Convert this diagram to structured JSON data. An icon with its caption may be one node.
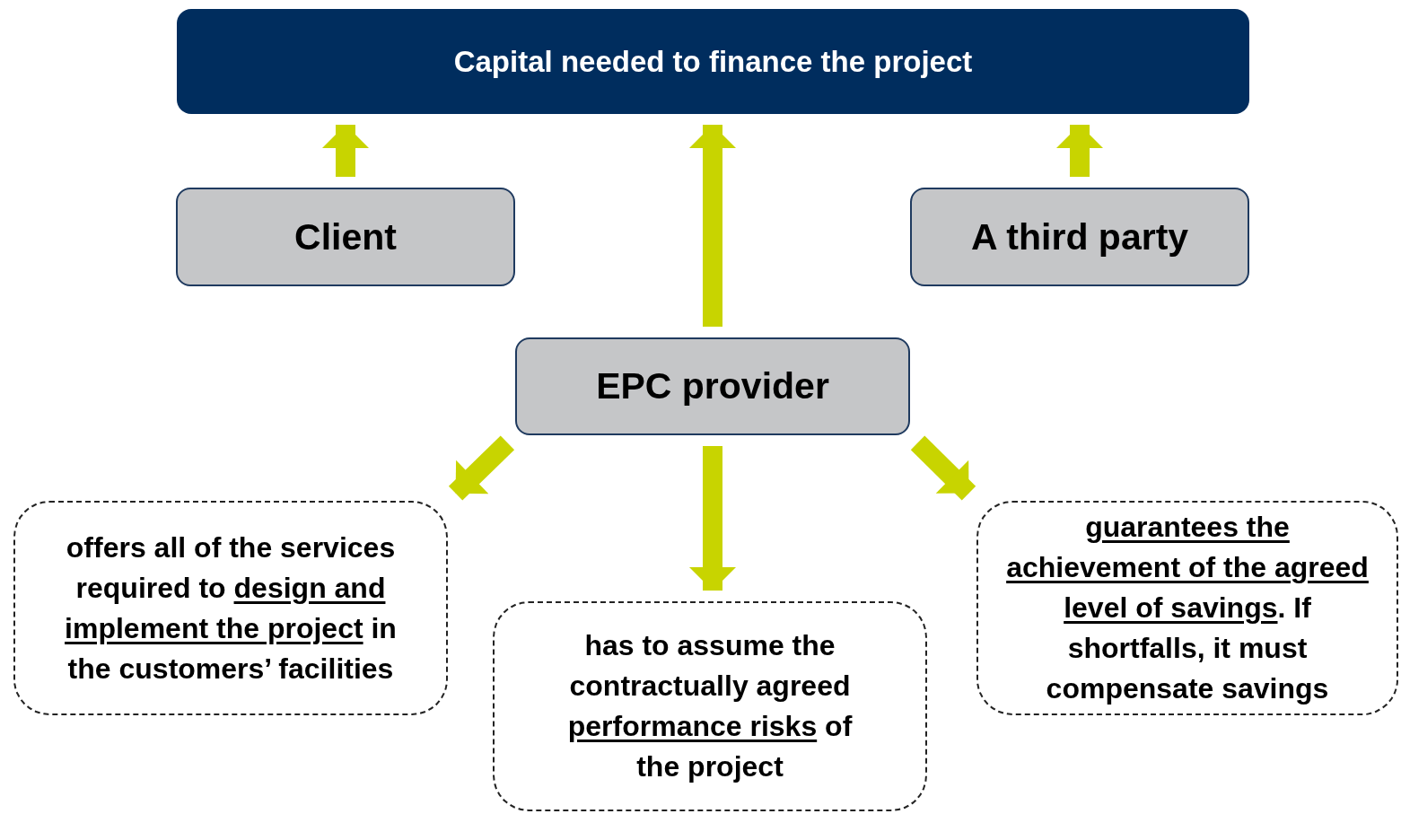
{
  "diagram": {
    "nodes": [
      {
        "text": [
          "Capital needed to finance the project"
        ]
      },
      {
        "text": [
          "Client"
        ]
      },
      {
        "text": [
          "A third party"
        ]
      },
      {
        "text": [
          "EPC provider"
        ]
      },
      {
        "text": [
          "offers all of the services required to *design and implement the project* in the customers’ facilities"
        ]
      },
      {
        "text": [
          "has to assume the contractually agreed *performance risks* of the project"
        ]
      },
      {
        "text": [
          "*guarantees the achievement of the agreed level of savings*. If shortfalls, it must compensate savings"
        ]
      }
    ],
    "edges": [
      {
        "from": 1,
        "to": 0,
        "arrow": "to"
      },
      {
        "from": 3,
        "to": 0,
        "arrow": "to"
      },
      {
        "from": 2,
        "to": 0,
        "arrow": "to"
      },
      {
        "from": 3,
        "to": 4,
        "arrow": "to"
      },
      {
        "from": 3,
        "to": 5,
        "arrow": "to"
      },
      {
        "from": 3,
        "to": 6,
        "arrow": "to"
      }
    ]
  }
}
